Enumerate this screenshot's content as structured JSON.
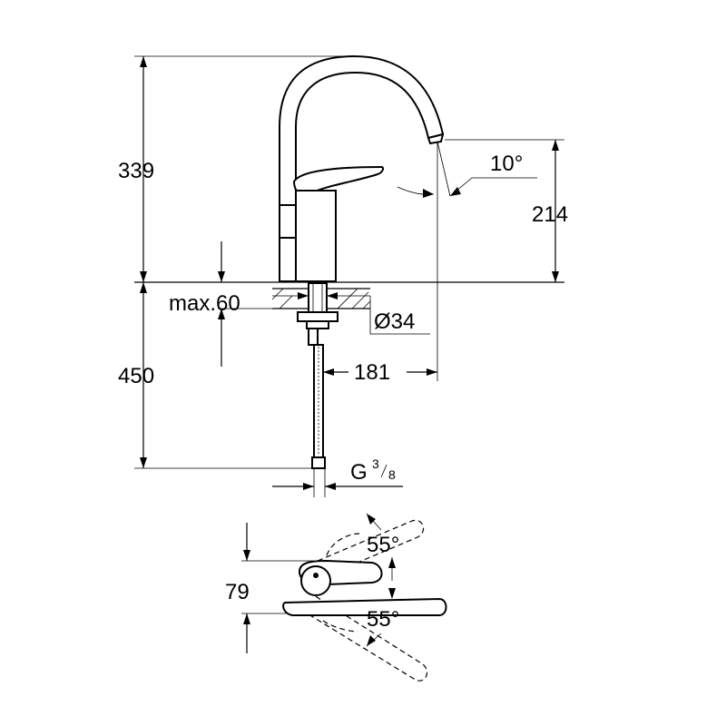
{
  "dimensions": {
    "total_height": "339",
    "spout_height": "214",
    "spout_angle": "10°",
    "max_deck": "max.60",
    "hole_diameter": "Ø34",
    "below_deck": "450",
    "reach": "181",
    "connection_base": "G",
    "connection_num": "3",
    "connection_den": "8",
    "handle_depth": "79",
    "lever_angle_top": "55°",
    "lever_angle_bottom": "55°"
  }
}
